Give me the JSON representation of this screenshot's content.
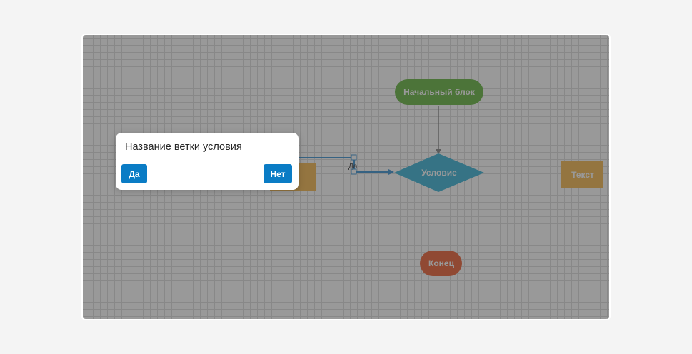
{
  "diagram": {
    "start_block": "Начальный блок",
    "condition_block": "Условие",
    "end_block": "Конец",
    "text_block": "Текст",
    "edge_label": "Да",
    "colors": {
      "start": "#7fc15f",
      "condition": "#5bc0de",
      "end": "#f07a55",
      "text": "#f7c46b",
      "edge": "#5ba3d9",
      "connector": "#9a9a9a"
    }
  },
  "dialog": {
    "title": "Название ветки условия",
    "yes_label": "Да",
    "no_label": "Нет",
    "accent": "#0a7cc5"
  }
}
